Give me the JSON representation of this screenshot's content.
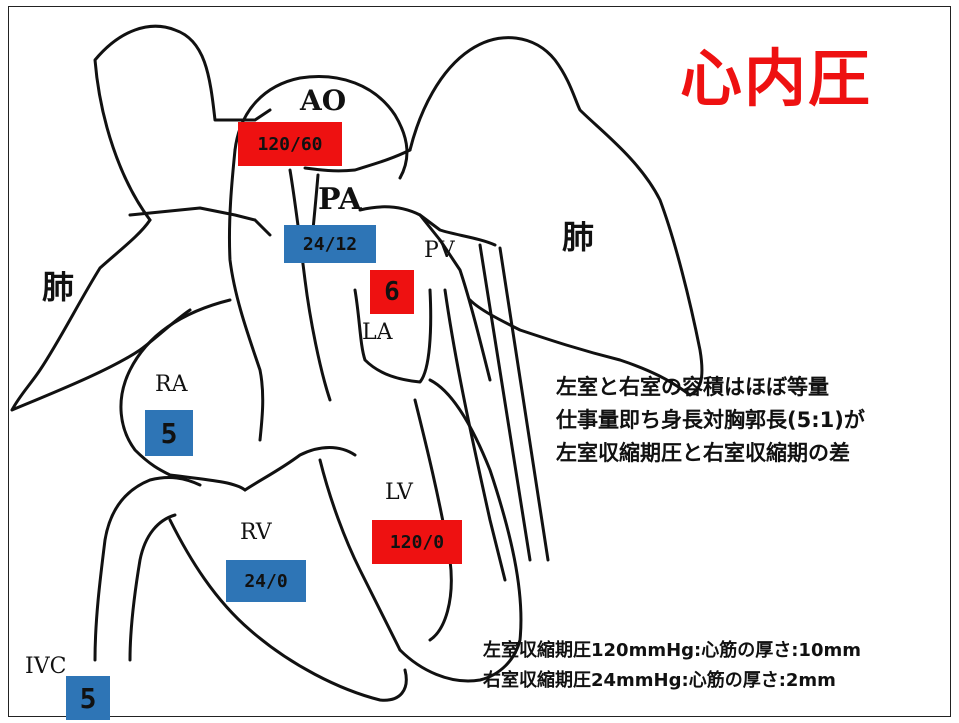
{
  "title": "心内圧",
  "labels": {
    "ao": "AO",
    "pa": "PA",
    "pv": "PV",
    "la": "LA",
    "ra": "RA",
    "rv": "RV",
    "lv": "LV",
    "ivc": "IVC",
    "lung_left": "肺",
    "lung_right": "肺"
  },
  "pressures": {
    "ao": "120/60",
    "pa": "24/12",
    "la": "6",
    "ra": "5",
    "rv": "24/0",
    "lv": "120/0",
    "ivc": "5"
  },
  "notes": {
    "line1": "左室と右室の容積はほぼ等量",
    "line2": "仕事量即ち身長対胸郭長(5:1)が",
    "line3": "左室収縮期圧と右室収縮期の差"
  },
  "footer": {
    "line1": "左室収縮期圧120mmHg:心筋の厚さ:10mm",
    "line2": "右室収縮期圧24mmHg:心筋の厚さ:2mm"
  },
  "colors": {
    "arterial": "#ee1111",
    "venous": "#2e75b6",
    "title": "#ee1111"
  }
}
